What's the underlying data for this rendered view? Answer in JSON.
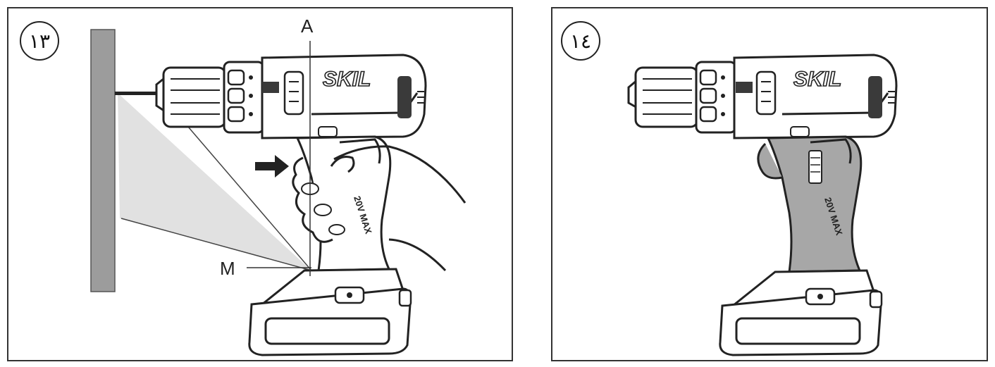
{
  "figures": [
    {
      "number": "١٣",
      "callouts": {
        "a": "A",
        "m": "M"
      }
    },
    {
      "number": "١٤",
      "brand": "SKIL",
      "battery_label": "20V MAX"
    }
  ],
  "brand": "SKIL",
  "battery_label": "20V MAX",
  "colors": {
    "outline": "#222222",
    "wall": "#9c9c9c",
    "light_beam": "#dcdcdc",
    "grip_shade": "#a7a7a7",
    "accent_dark": "#3a3a3a"
  }
}
